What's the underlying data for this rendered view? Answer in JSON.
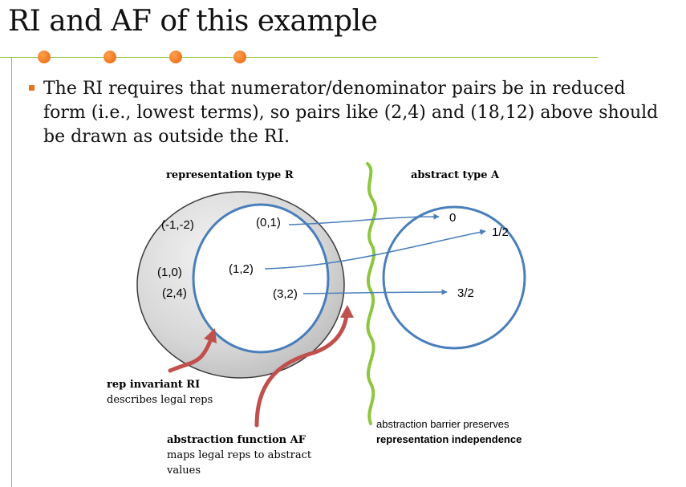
{
  "slide": {
    "title": "RI and AF of this example",
    "bullet": "The RI requires that numerator/denominator pairs be in reduced form (i.e., lowest terms), so pairs like (2,4) and (18,12) above should be drawn as outside the RI."
  },
  "diagram": {
    "rep_type_label": "representation type R",
    "abstract_type_label": "abstract type A",
    "pairs": {
      "neg1_neg2": "(-1,-2)",
      "zero_one": "(0,1)",
      "one_zero": "(1,0)",
      "one_two": "(1,2)",
      "two_four": "(2,4)",
      "three_two": "(3,2)"
    },
    "values": {
      "zero": "0",
      "half": "1/2",
      "three_halves": "3/2"
    },
    "rep_invariant": {
      "title": "rep invariant RI",
      "desc": "describes legal reps"
    },
    "abstraction_function": {
      "title": "abstraction function AF",
      "desc_line1": "maps legal reps to abstract",
      "desc_line2": "values"
    },
    "barrier": {
      "line1": "abstraction barrier preserves",
      "line2": "representation independence"
    }
  },
  "colors": {
    "accent_green": "#8dc63f",
    "bullet_orange": "#e8741a",
    "circle_blue": "#4a7ebb",
    "arrow_red": "#c0504d"
  }
}
